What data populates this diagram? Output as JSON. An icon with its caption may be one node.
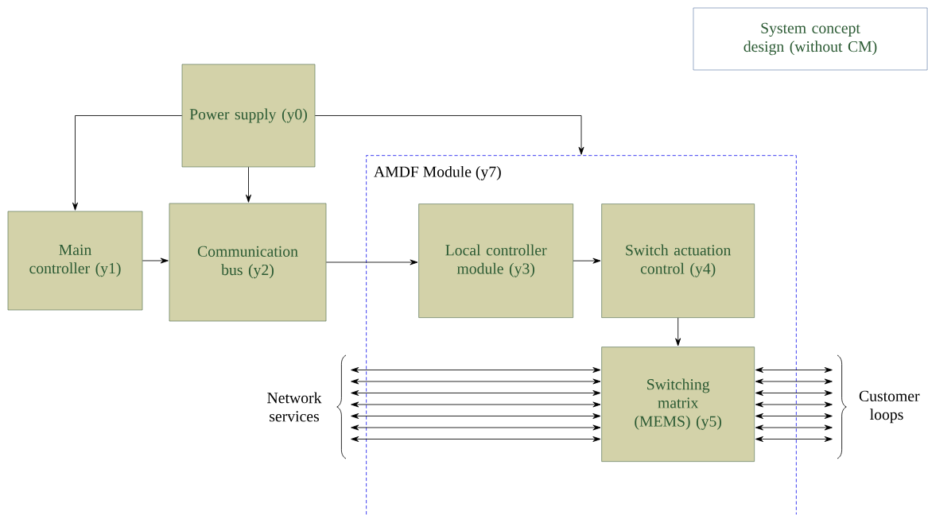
{
  "diagram": {
    "nodes": [
      {
        "text": [
          "System concept design (without CM)"
        ]
      },
      {
        "text": [
          "Power supply (y0)"
        ]
      },
      {
        "text": [
          "Main controller (y1)"
        ]
      },
      {
        "text": [
          "Communication bus (y2)"
        ]
      },
      {
        "text": [
          "AMDF Module (y7)"
        ]
      },
      {
        "text": [
          "Local controller module (y3)"
        ],
        "in": 4
      },
      {
        "text": [
          "Switch actuation control (y4)"
        ],
        "in": 4
      },
      {
        "text": [
          "Switching matrix (MEMS) (y5)"
        ],
        "in": 4
      },
      {
        "text": [
          "Network services"
        ]
      },
      {
        "text": [
          "Customer loops"
        ]
      }
    ],
    "edges": [
      {
        "from": 1,
        "to": 2,
        "arrow": "to"
      },
      {
        "from": 1,
        "to": 3,
        "arrow": "to"
      },
      {
        "from": 1,
        "to": 4,
        "arrow": "to"
      },
      {
        "from": 2,
        "to": 3,
        "arrow": "to"
      },
      {
        "from": 3,
        "to": 5,
        "arrow": "to"
      },
      {
        "from": 5,
        "to": 6,
        "arrow": "to"
      },
      {
        "from": 6,
        "to": 7,
        "arrow": "to"
      },
      {
        "from": 8,
        "to": 7,
        "arrow": "both"
      },
      {
        "from": 8,
        "to": 7,
        "arrow": "both"
      },
      {
        "from": 8,
        "to": 7,
        "arrow": "both"
      },
      {
        "from": 8,
        "to": 7,
        "arrow": "both"
      },
      {
        "from": 8,
        "to": 7,
        "arrow": "both"
      },
      {
        "from": 8,
        "to": 7,
        "arrow": "both"
      },
      {
        "from": 8,
        "to": 7,
        "arrow": "both"
      },
      {
        "from": 7,
        "to": 9,
        "arrow": "both"
      },
      {
        "from": 7,
        "to": 9,
        "arrow": "both"
      },
      {
        "from": 7,
        "to": 9,
        "arrow": "both"
      },
      {
        "from": 7,
        "to": 9,
        "arrow": "both"
      },
      {
        "from": 7,
        "to": 9,
        "arrow": "both"
      },
      {
        "from": 7,
        "to": 9,
        "arrow": "both"
      },
      {
        "from": 7,
        "to": 9,
        "arrow": "both"
      }
    ]
  }
}
